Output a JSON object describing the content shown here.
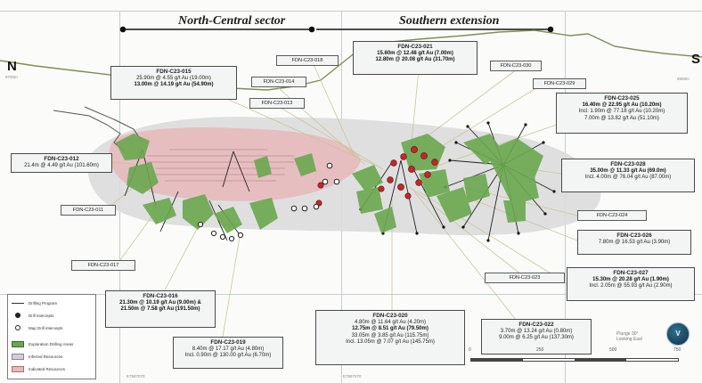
{
  "sectors": {
    "north_central": "North-Central sector",
    "southern_extension": "Southern extension"
  },
  "compass": {
    "north": "N",
    "south": "S"
  },
  "callouts": {
    "c015": {
      "hole": "FDN-C23-015",
      "l1": "25.90m @ 4.55 g/t Au (19.00m)",
      "l2": "13.00m @ 14.19 g/t Au (54.90m)"
    },
    "c021": {
      "hole": "FDN-C23-021",
      "l1": "15.60m @ 12.48 g/t Au (7.00m)",
      "l2": "12.80m @ 20.08 g/t Au (31.70m)"
    },
    "c025": {
      "hole": "FDN-C23-025",
      "l1": "16.40m @ 22.95 g/t Au (10.20m)",
      "l2": "Incl. 1.90m @ 77.18 g/t Au (10.20m)",
      "l3": "7.00m @ 13.82 g/t Au (51.10m)"
    },
    "c028": {
      "hole": "FDN-C23-028",
      "l1": "35.00m @ 11.33 g/t Au (69.0m)",
      "l2": "Incl. 4.00m @ 76.04 g/t Au (87.00m)"
    },
    "c026": {
      "hole": "FDN-C23-026",
      "l1": "7.80m @ 16.53 g/t Au (3.90m)"
    },
    "c027": {
      "hole": "FDN-C23-027",
      "l1": "15.30m @ 20.28 g/t Au (1.90m)",
      "l2": "Incl. 2.05m @ 55.93 g/t Au (2.90m)"
    },
    "c016": {
      "hole": "FDN-C23-016",
      "l1": "21.30m @ 10.19 g/t Au (9.00m) &",
      "l2": "21.50m @ 7.58 g/t Au (191.50m)"
    },
    "c019": {
      "hole": "FDN-C23-019",
      "l1": "8.40m @ 17.17 g/t Au (4.80m)",
      "l2": "Incl. 0.90m @ 130.00 g/t Au (6.70m)"
    },
    "c020": {
      "hole": "FDN-C23-020",
      "l1": "4.80m @ 11.64 g/t Au (4.20m)",
      "l2": "12.75m @ 8.51 g/t Au (79.50m)",
      "l3": "33.05m @ 3.85 g/t Au (115.75m)",
      "l4": "Incl. 13.05m @ 7.07 g/t Au (145.75m)"
    },
    "c022": {
      "hole": "FDN-C23-022",
      "l1": "3.70m @ 13.24 g/t Au (0.80m)",
      "l2": "9.00m @ 6.25 g/t Au (137.30m)"
    },
    "c012": {
      "hole": "FDN-C23-012",
      "l1": "21.4m @ 4.49 g/t Au (101.60m)"
    }
  },
  "tags": {
    "t018": "FDN-C23-018",
    "t014": "FDN-C23-014",
    "t013": "FDN-C23-013",
    "t030": "FDN-C23-030",
    "t029": "FDN-C23-029",
    "t011": "FDN-C23-011",
    "t017": "FDN-C23-017",
    "t024": "FDN-C23-024",
    "t023": "FDN-C23-023"
  },
  "legend": {
    "items": [
      "Drilling Program",
      "Drill intercepts",
      "Map Drill intercepts",
      "Exploration Drilling Areas",
      "Inferred Resources",
      "Indicated Resources"
    ]
  },
  "scale": {
    "ticks": [
      "0",
      "250",
      "500",
      "750"
    ]
  },
  "logo": {
    "text_l1": "Plunge 30°",
    "text_l2": "Looking East",
    "mark": "V"
  },
  "coords": {
    "y1": "9700m",
    "y2": "9500m",
    "x1": "E7587070",
    "x2": "E7587070"
  },
  "colors": {
    "green": "#6aa84f",
    "pink": "#e8b9bb",
    "red": "#c0282a",
    "grey_shell": "#dcdcdc",
    "topo": "#7d8f57"
  }
}
